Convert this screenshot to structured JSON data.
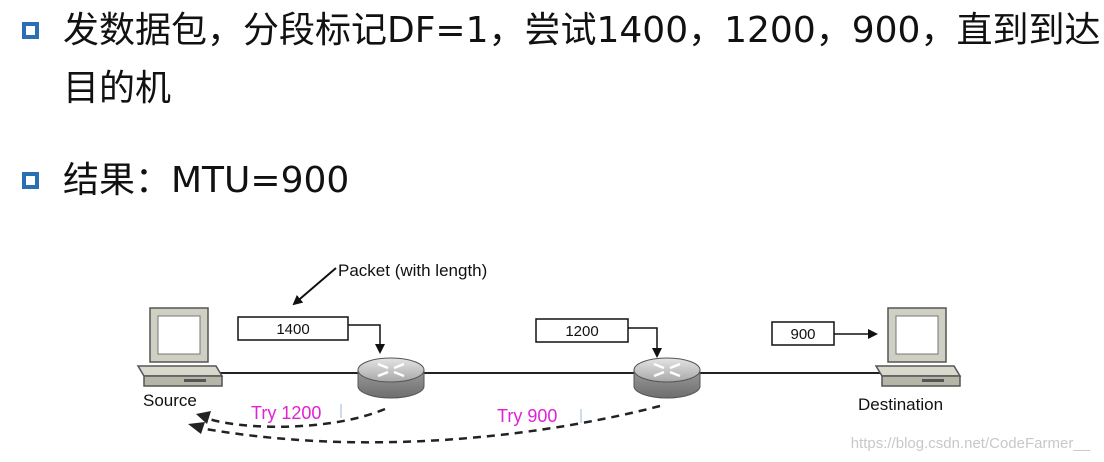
{
  "bullets": [
    "发数据包，分段标记DF=1，尝试1400，1200，900，直到到达目的机",
    "结果：MTU=900"
  ],
  "diagram": {
    "callout_label": "Packet (with length)",
    "packets": [
      "1400",
      "1200",
      "900"
    ],
    "tries": [
      "Try 1200",
      "Try 900"
    ],
    "source_label": "Source",
    "destination_label": "Destination",
    "watermark": "https://blog.csdn.net/CodeFarmer__",
    "colors": {
      "bullet": "#2a6fb4",
      "try_text": "#e022d6",
      "line": "#222222"
    }
  }
}
